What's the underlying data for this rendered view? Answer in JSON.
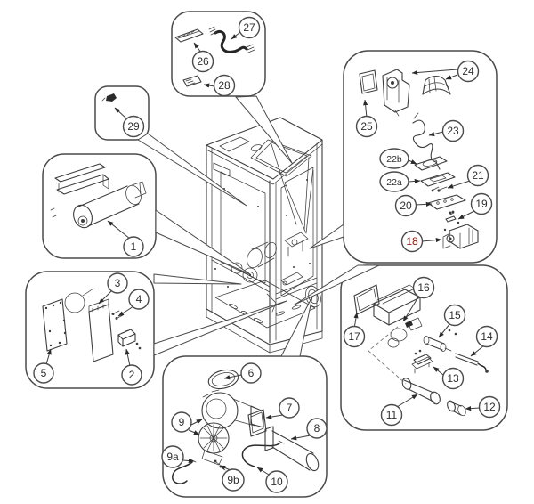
{
  "diagram": {
    "background": "#ffffff",
    "line_color": "#3d3d3d",
    "highlight": {
      "fill": "#e8251d",
      "text_color": "#8e1410"
    },
    "labels": {
      "n1": "1",
      "n2": "2",
      "n3": "3",
      "n4": "4",
      "n5": "5",
      "n6": "6",
      "n7": "7",
      "n8": "8",
      "n9": "9",
      "n9a": "9a",
      "n9b": "9b",
      "n10": "10",
      "n11": "11",
      "n12": "12",
      "n13": "13",
      "n14": "14",
      "n15": "15",
      "n16": "16",
      "n17": "17",
      "n18": "18",
      "n19": "19",
      "n20": "20",
      "n21": "21",
      "n22a": "22a",
      "n22b": "22b",
      "n23": "23",
      "n24": "24",
      "n25": "25",
      "n26": "26",
      "n27": "27",
      "n28": "28",
      "n29": "29"
    }
  }
}
